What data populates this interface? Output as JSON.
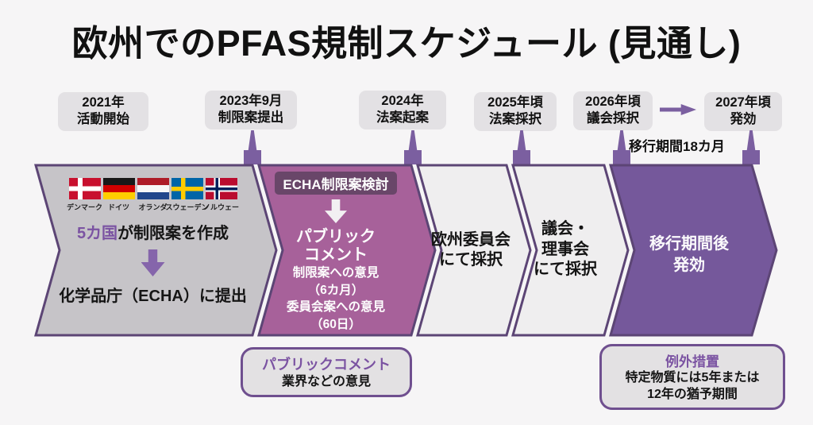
{
  "title": "欧州でのPFAS規制スケジュール (見通し)",
  "timeline": {
    "milestones": [
      {
        "line1": "2021年",
        "line2": "活動開始"
      },
      {
        "line1": "2023年9月",
        "line2": "制限案提出"
      },
      {
        "line1": "2024年",
        "line2": "法案起案"
      },
      {
        "line1": "2025年頃",
        "line2": "法案採択"
      },
      {
        "line1": "2026年頃",
        "line2": "議会採択"
      },
      {
        "line1": "2027年頃",
        "line2": "発効"
      }
    ],
    "transition_note": "移行期間18カ月"
  },
  "flow": {
    "stage1": {
      "countries": [
        {
          "flag": "denmark-flag",
          "label": "デンマーク"
        },
        {
          "flag": "germany-flag",
          "label": "ドイツ"
        },
        {
          "flag": "netherlands-flag",
          "label": "オランダ"
        },
        {
          "flag": "sweden-flag",
          "label": "スウェーデン"
        },
        {
          "flag": "norway-flag",
          "label": "ノルウェー"
        }
      ],
      "headline_highlight": "5カ国",
      "headline_rest": "が制限案を作成",
      "submit_text": "化学品庁（ECHA）に提出"
    },
    "stage2": {
      "badge": "ECHA制限案検討",
      "title_line1": "パブリック",
      "title_line2": "コメント",
      "detail_line1": "制限案への意見",
      "detail_line2": "（6カ月）",
      "detail_line3": "委員会案への意見",
      "detail_line4": "（60日）"
    },
    "stage3": {
      "line1": "欧州委員会",
      "line2": "にて採択"
    },
    "stage4": {
      "line1": "議会・",
      "line2": "理事会",
      "line3": "にて採択"
    },
    "stage5": {
      "line1": "移行期間後",
      "line2": "発効"
    }
  },
  "notes": {
    "public_comment": {
      "title": "パブリックコメント",
      "body": "業界などの意見"
    },
    "exception": {
      "title": "例外措置",
      "body_line1": "特定物質には5年または",
      "body_line2": "12年の猶予期間"
    }
  },
  "colors": {
    "accent_purple": "#7b5fa0",
    "stage_gray": "#c6c4c8",
    "stage_magenta": "#a7619a",
    "stage_light": "#efeeef",
    "stage_deep_purple": "#75589b",
    "badge_purple": "#694669",
    "outline_purple": "#5c4575",
    "highlight_text_purple": "#7b53a2"
  }
}
